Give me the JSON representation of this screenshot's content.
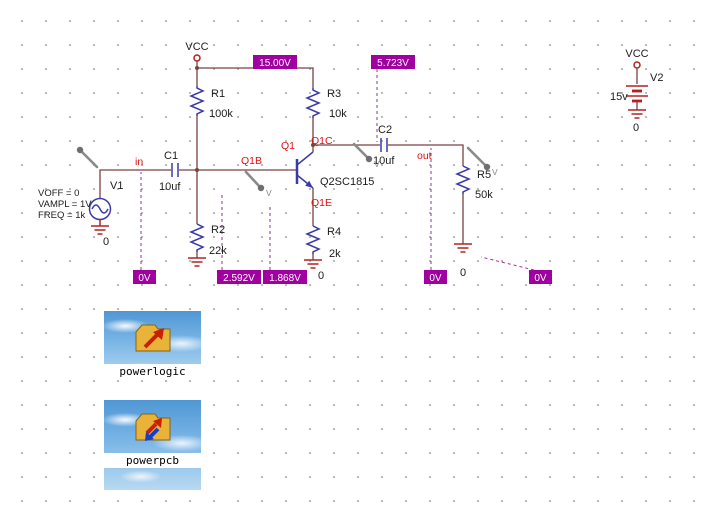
{
  "schematic": {
    "vcc_top": "VCC",
    "bias": {
      "rail": "15.00V",
      "collector": "5.723V",
      "input": "0V",
      "base": "2.592V",
      "emitter": "1.868V",
      "output": "0V",
      "ground": "0V"
    },
    "r1": {
      "ref": "R1",
      "value": "100k"
    },
    "r2": {
      "ref": "R2",
      "value": "22k"
    },
    "r3": {
      "ref": "R3",
      "value": "10k"
    },
    "r4": {
      "ref": "R4",
      "value": "2k"
    },
    "r5": {
      "ref": "R5",
      "value": "50k"
    },
    "c1": {
      "ref": "C1",
      "value": "10uf"
    },
    "c2": {
      "ref": "C2",
      "value": "10uf"
    },
    "q1": {
      "ref": "Q1",
      "value": "Q2SC1815",
      "pin_b": "Q1B",
      "pin_c": "Q1C",
      "pin_e": "Q1E"
    },
    "v1": {
      "ref": "V1",
      "voff": "VOFF = 0",
      "vampl": "VAMPL = 1V",
      "freq": "FREQ = 1k"
    },
    "v2": {
      "ref": "V2",
      "value": "15v",
      "vcc": "VCC"
    },
    "nets": {
      "input": "in",
      "output": "out"
    },
    "grounds": {
      "v1": "0",
      "r4": "0",
      "r5": "0",
      "v2": "0"
    },
    "probe_label": "V"
  },
  "desktop": {
    "icons": [
      {
        "label": "powerlogic"
      },
      {
        "label": "powerpcb"
      }
    ]
  },
  "colors": {
    "bias_label_bg": "#a000a0",
    "bias_label_text": "#ffffff",
    "net_label": "#e01010",
    "part_stroke": "#3a3aa8",
    "power_stroke": "#b22222",
    "wire_stroke": "#7a4242",
    "probe_stroke": "#8a8a8a",
    "grid_dot": "#b6b6b6"
  }
}
